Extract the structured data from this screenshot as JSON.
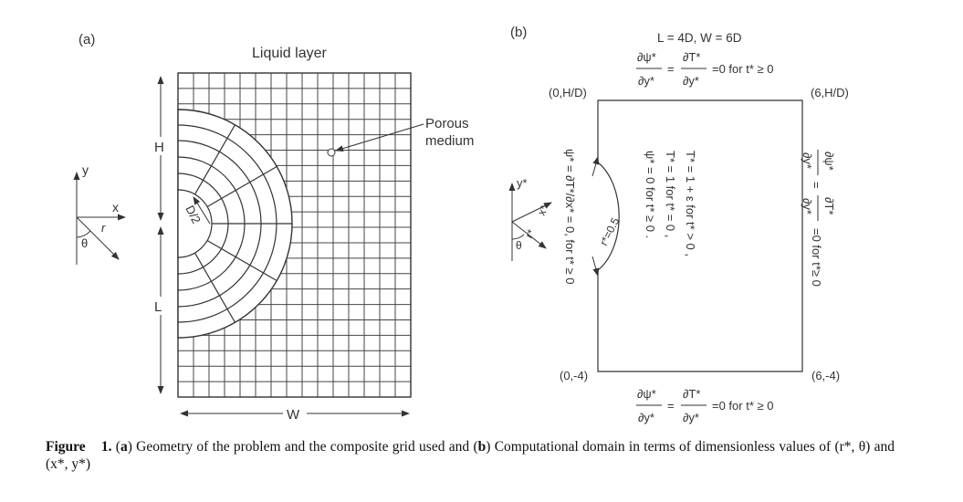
{
  "panel_a": {
    "tag": "(a)",
    "title": "Liquid layer",
    "label_h": "H",
    "label_l": "L",
    "label_w": "W",
    "label_radius": "D/2",
    "porous_label_1": "Porous",
    "porous_label_2": "medium",
    "axis_y": "y",
    "axis_x": "x",
    "axis_r": "r",
    "axis_theta": "θ"
  },
  "panel_b": {
    "tag": "(b)",
    "dims": "L = 4D, W = 6D",
    "corner_tl": "(0,H/D)",
    "corner_tr": "(6,H/D)",
    "corner_bl": "(0,-4)",
    "corner_br": "(6,-4)",
    "top_num_1": "∂ψ*",
    "top_den_1": "∂y*",
    "top_num_2": "∂T*",
    "top_den_2": "∂y*",
    "top_eq": "=",
    "top_cond": "=0  for t* ≥ 0",
    "right_num_1": "∂ψ*",
    "right_den_1": "∂y*",
    "right_num_2": "∂T*",
    "right_den_2": "∂y*",
    "right_cond": "=0  for t*≥ 0",
    "bottom_cond": "=0  for t* ≥ 0",
    "left_bc": "ψ* = ∂T*/∂x* = 0, for t* ≥ 0",
    "inner_bc_1": "T* = 1 + ε for t* > 0 ,",
    "inner_bc_2": "T* = 1 for t* = 0 ,",
    "inner_bc_3": "ψ* = 0 for t* ≥ 0 .",
    "radius_label": "r*=0.5",
    "axis_y": "y*",
    "axis_x": "x*",
    "axis_r": "r*",
    "axis_theta": "θ"
  },
  "caption": {
    "figure_label": "Figure",
    "figure_number": "1.",
    "part_a_tag": "a",
    "text_a": "Geometry of the problem and the composite grid used and",
    "part_b_tag": "b",
    "text_b": "Computational domain in terms of dimensionless values of (r*, θ) and (x*, y*)"
  }
}
